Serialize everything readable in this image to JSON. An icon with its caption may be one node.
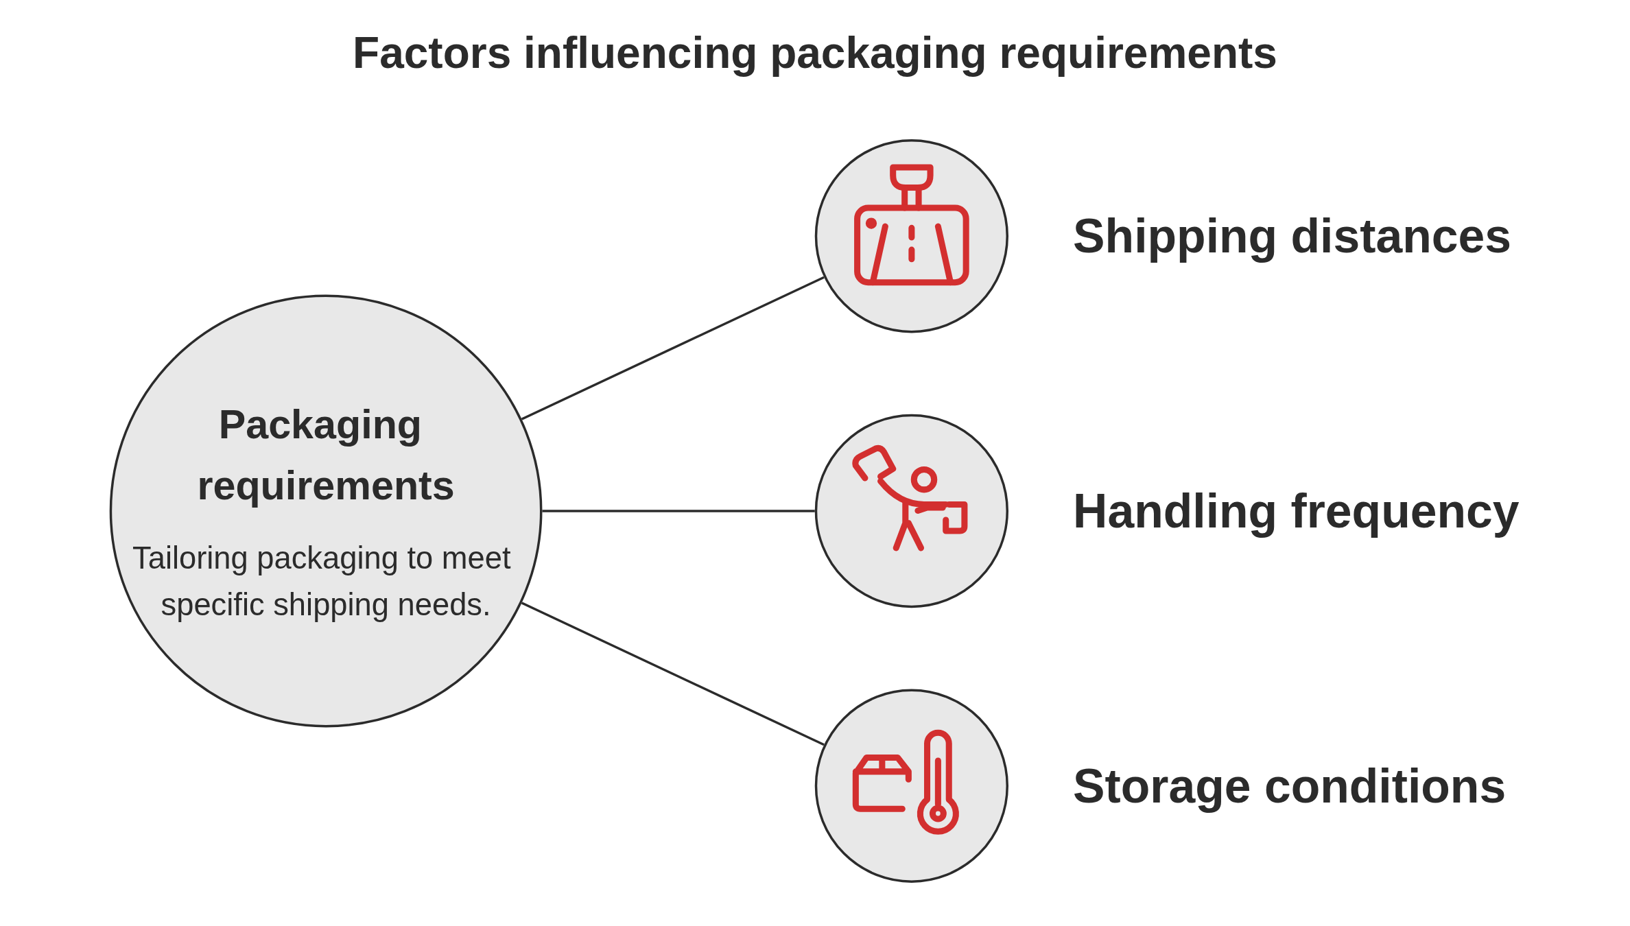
{
  "diagram": {
    "title": "Factors influencing packaging requirements",
    "nodes": [
      {
        "text": [
          "Packaging requirements",
          "Tailoring packaging to meet specific shipping needs."
        ]
      },
      {
        "text": [],
        "shape": "circle",
        "beside": [
          "Shipping distances"
        ]
      },
      {
        "text": [],
        "shape": "circle",
        "beside": [
          "Handling frequency"
        ]
      },
      {
        "text": [],
        "shape": "circle",
        "beside": [
          "Storage conditions"
        ]
      }
    ],
    "edges": [
      {
        "from": 0,
        "to": 1,
        "arrow": "none"
      },
      {
        "from": 0,
        "to": 2,
        "arrow": "none"
      },
      {
        "from": 0,
        "to": 3,
        "arrow": "none"
      }
    ]
  }
}
